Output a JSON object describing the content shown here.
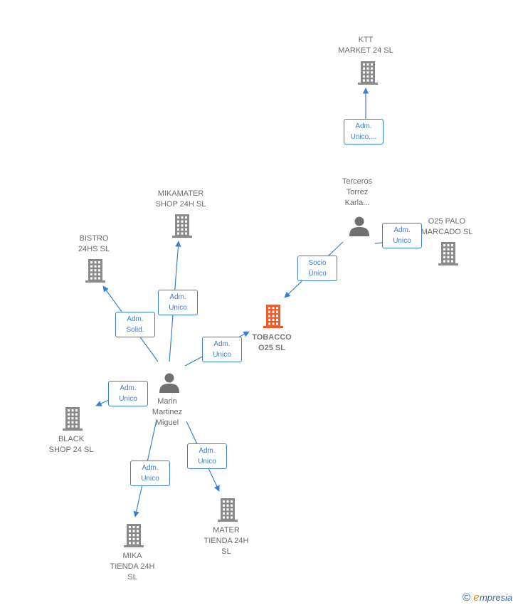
{
  "colors": {
    "edge": "#3a7fd5",
    "building": "#8a8a8a",
    "building_highlight": "#f05a28",
    "person": "#707070",
    "text": "#6a6a6a"
  },
  "nodes": [
    {
      "id": "ktt",
      "type": "company",
      "lines": [
        "KTT",
        "MARKET 24  SL"
      ]
    },
    {
      "id": "terceros",
      "type": "person",
      "lines": [
        "Terceros",
        "Torrez",
        "Karla..."
      ]
    },
    {
      "id": "o25palo",
      "type": "company",
      "lines": [
        "O25 PALO",
        "MARCADO  SL"
      ]
    },
    {
      "id": "tobacco",
      "type": "company",
      "highlight": true,
      "lines": [
        "TOBACCO",
        "O25  SL"
      ]
    },
    {
      "id": "mikamater",
      "type": "company",
      "lines": [
        "MIKAMATER",
        "SHOP 24H  SL"
      ]
    },
    {
      "id": "bistro",
      "type": "company",
      "lines": [
        "BISTRO",
        "24HS  SL"
      ]
    },
    {
      "id": "marin",
      "type": "person",
      "lines": [
        "Marin",
        "Martinez",
        "Miguel"
      ]
    },
    {
      "id": "black",
      "type": "company",
      "lines": [
        "BLACK",
        "SHOP 24  SL"
      ]
    },
    {
      "id": "mika",
      "type": "company",
      "lines": [
        "MIKA",
        "TIENDA 24H",
        "SL"
      ]
    },
    {
      "id": "mater",
      "type": "company",
      "lines": [
        "MATER",
        "TIENDA 24H",
        "SL"
      ]
    }
  ],
  "edges": [
    {
      "from": "terceros",
      "to": "ktt",
      "label": [
        "Adm.",
        "Unico,..."
      ]
    },
    {
      "from": "terceros",
      "to": "o25palo",
      "label": [
        "Adm.",
        "Unico"
      ]
    },
    {
      "from": "terceros",
      "to": "tobacco",
      "label": [
        "Socio",
        "Único"
      ]
    },
    {
      "from": "marin",
      "to": "tobacco",
      "label": [
        "Adm.",
        "Unico"
      ]
    },
    {
      "from": "marin",
      "to": "mikamater",
      "label": [
        "Adm.",
        "Unico"
      ]
    },
    {
      "from": "marin",
      "to": "bistro",
      "label": [
        "Adm.",
        "Solid."
      ]
    },
    {
      "from": "marin",
      "to": "black",
      "label": [
        "Adm.",
        "Unico"
      ]
    },
    {
      "from": "marin",
      "to": "mika",
      "label": [
        "Adm.",
        "Unico"
      ]
    },
    {
      "from": "marin",
      "to": "mater",
      "label": [
        "Adm.",
        "Unico"
      ]
    }
  ],
  "footer": {
    "copyright": "©",
    "brand_initial": "e",
    "brand_rest": "mpresia"
  }
}
